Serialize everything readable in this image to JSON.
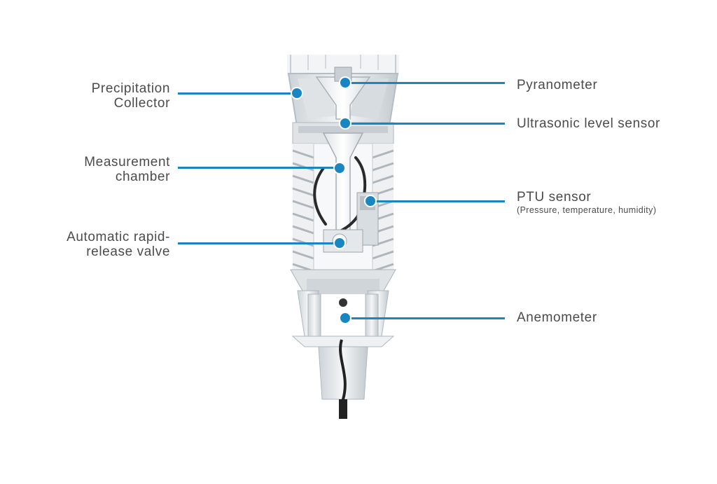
{
  "labels": {
    "precipitation_collector": "Precipitation\nCollector",
    "measurement_chamber": "Measurement\nchamber",
    "valve": "Automatic rapid-\nrelease valve",
    "pyranometer": "Pyranometer",
    "ultrasonic": "Ultrasonic level sensor",
    "ptu": "PTU sensor",
    "ptu_sub": "(Pressure, temperature, humidity)",
    "anemometer": "Anemometer"
  },
  "colors": {
    "accent": "#1a86c1",
    "text": "#4b4b4b",
    "device_body": "#e9ecef",
    "device_shadow": "#b9c0c6",
    "cable": "#2a2a2a"
  }
}
